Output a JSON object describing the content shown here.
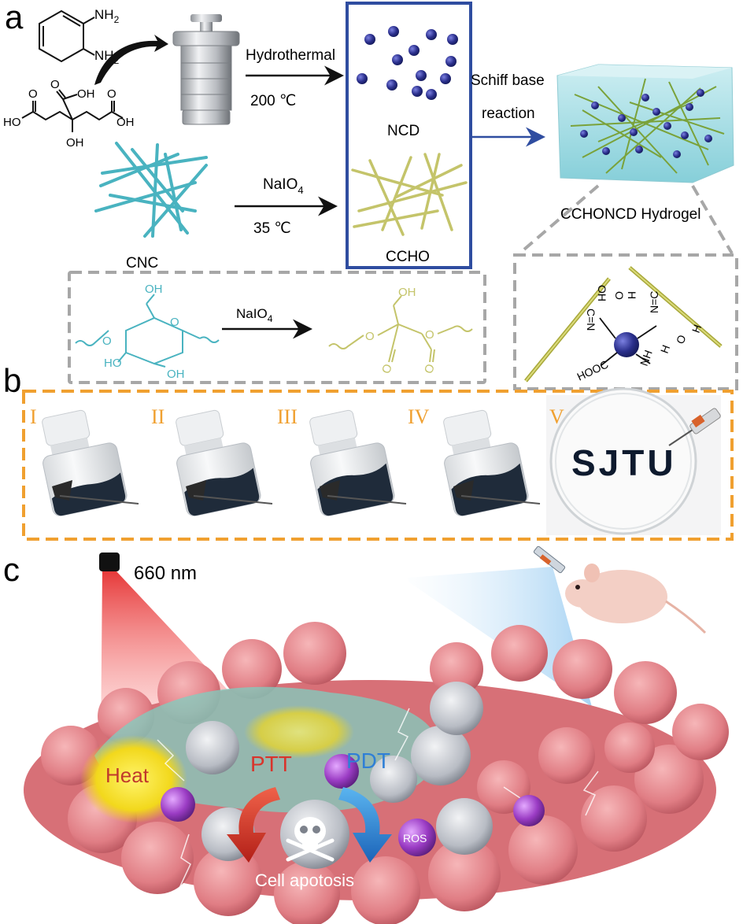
{
  "panel_labels": {
    "a": "a",
    "b": "b",
    "c": "c"
  },
  "panel_a": {
    "reactant_nh2_top": "NH",
    "reactant_nh2_top_sub": "2",
    "reactant_nh2_bottom": "NH",
    "reactant_nh2_bottom_sub": "2",
    "citric_oh_labels": [
      "O",
      "OH",
      "HO",
      "OH",
      "OH",
      "O",
      "O"
    ],
    "step1_condition_top": "Hydrothermal",
    "step1_condition_bottom": "200 ℃",
    "step2_condition_top": "NaIO",
    "step2_condition_top_sub": "4",
    "step2_condition_bottom": "35 ℃",
    "cnc_label": "CNC",
    "ncd_label": "NCD",
    "ccho_label": "CCHO",
    "schiff_line1": "Schiff base",
    "schiff_line2": "reaction",
    "hydrogel_label": "CCHONCD Hydrogel",
    "oxidation_reagent": "NaIO",
    "oxidation_reagent_sub": "4",
    "glucose_labels": [
      "OH",
      "O",
      "O",
      "HO",
      "OH"
    ],
    "dialdehyde_labels": [
      "OH",
      "O",
      "O",
      "O",
      "O"
    ],
    "bond_labels": [
      "OH",
      "O",
      "H",
      "C=N",
      "N=C",
      "HOOC",
      "NH",
      "H",
      "O",
      "H"
    ]
  },
  "panel_b": {
    "vials": [
      "I",
      "II",
      "III",
      "IV"
    ],
    "dish_label": "V",
    "dish_text": "SJTU"
  },
  "panel_c": {
    "laser_label": "660 nm",
    "heat_label": "Heat",
    "ptt_label": "PTT",
    "pdt_label": "PDT",
    "ros_label": "ROS",
    "apoptosis_label": "Cell apotosis"
  },
  "colors": {
    "box_blue": "#2f4da0",
    "dash_gray": "#a7a7a7",
    "dash_orange": "#f0a030",
    "cnc_teal": "#49b3c0",
    "ccho_olive": "#c4c46a",
    "ncd_navy": "#2a2f8c",
    "hydrogel": "#9fd9e0",
    "laser_red": "#e53030",
    "heat_text": "#c0392b",
    "ptt_text": "#d9342b",
    "pdt_text": "#2f7fd6",
    "tissue_pink": "#e78a8f",
    "ros_purple": "#9b3cc4"
  }
}
